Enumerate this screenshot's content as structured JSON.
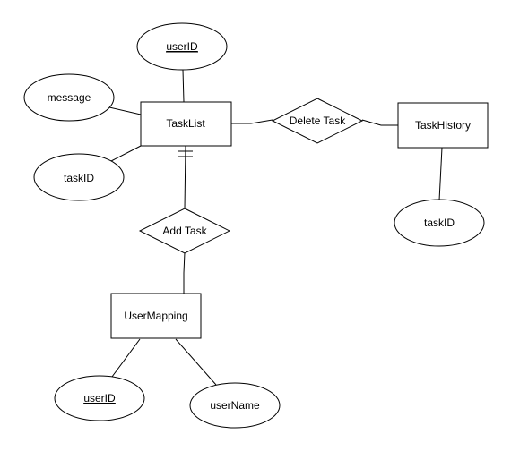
{
  "diagram": {
    "entities": {
      "tasklist": "TaskList",
      "taskhistory": "TaskHistory",
      "usermapping": "UserMapping"
    },
    "relationships": {
      "delete_task": "Delete Task",
      "add_task": "Add Task"
    },
    "attributes": {
      "tasklist_userid": "userID",
      "tasklist_message": "message",
      "tasklist_taskid": "taskID",
      "taskhistory_taskid": "taskID",
      "usermapping_userid": "userID",
      "usermapping_username": "userName"
    },
    "colors": {
      "stroke": "#000000",
      "fill": "#ffffff"
    }
  }
}
